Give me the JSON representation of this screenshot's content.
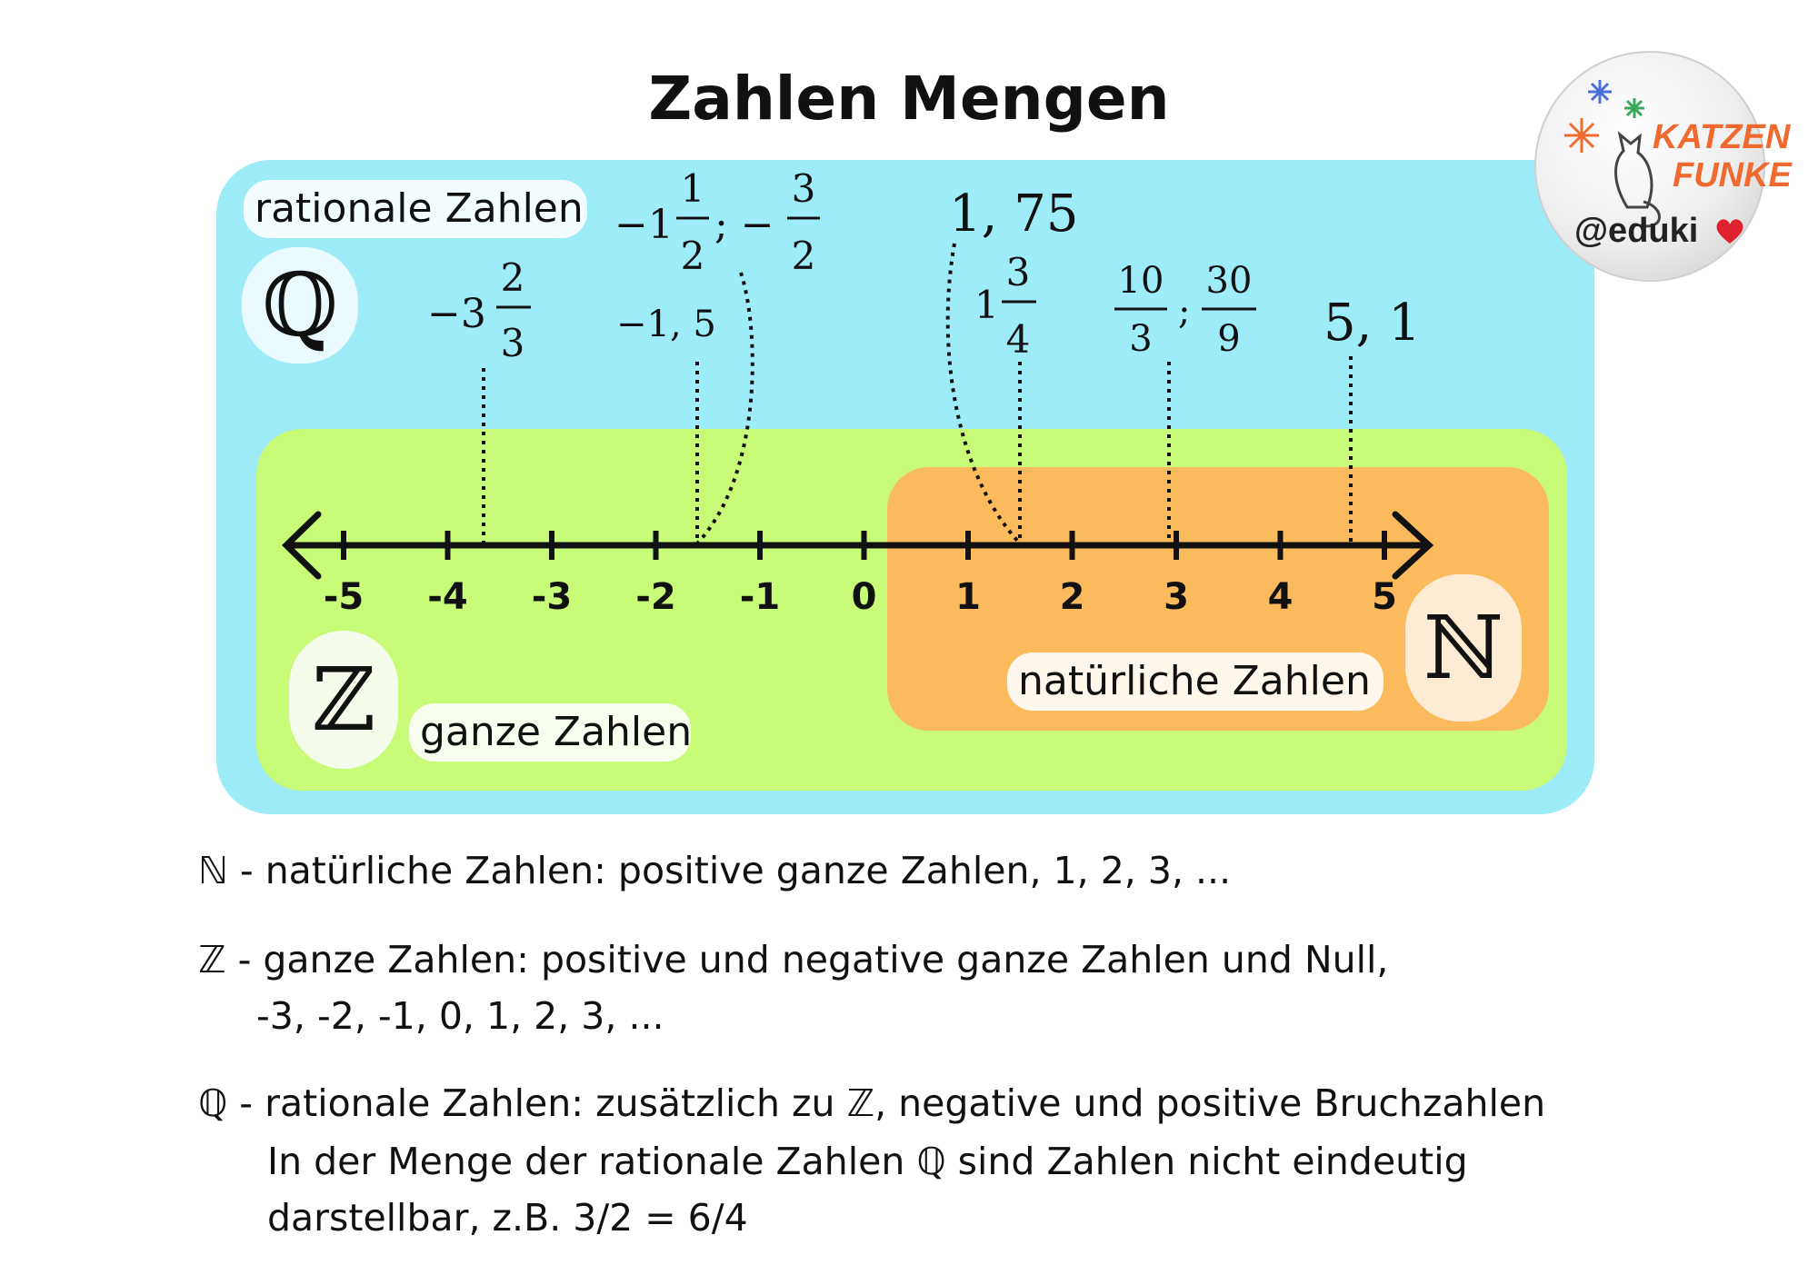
{
  "title": "Zahlen Mengen",
  "colors": {
    "rational_bg": "#9eebfa",
    "integer_bg": "#c8fb78",
    "natural_bg": "#fbbb5d",
    "logo_accent": "#f06a2f"
  },
  "sets": {
    "rational": {
      "label": "rationale Zahlen",
      "symbol": "ℚ"
    },
    "integer": {
      "label": "ganze Zahlen",
      "symbol": "ℤ"
    },
    "natural": {
      "label": "natürliche Zahlen",
      "symbol": "ℕ"
    }
  },
  "number_line": {
    "ticks": [
      "-5",
      "-4",
      "-3",
      "-2",
      "-1",
      "0",
      "1",
      "2",
      "3",
      "4",
      "5"
    ]
  },
  "annotations": [
    {
      "id": "neg3_2_3",
      "text": "−3 2/3",
      "value": -3.667
    },
    {
      "id": "neg1_5",
      "text": "−1,5",
      "value": -1.5
    },
    {
      "id": "neg1_1_2",
      "text": "−1 1/2 ; −3/2",
      "value": -1.5
    },
    {
      "id": "one_75",
      "text": "1,75",
      "value": 1.75
    },
    {
      "id": "one_3_4",
      "text": "1 3/4",
      "value": 1.75
    },
    {
      "id": "ten_thirds",
      "text": "10/3 ; 30/9",
      "value": 3.333
    },
    {
      "id": "five_1",
      "text": "5,1",
      "value": 5.1
    }
  ],
  "math": {
    "neg_three": "−3",
    "two": "2",
    "three": "3",
    "neg_one": "−1",
    "one": "1",
    "semicolon_minus": "; −",
    "semicolon": ";",
    "neg_one_five": "−1, 5",
    "one_seven_five": "1, 75",
    "four": "4",
    "ten": "10",
    "thirty": "30",
    "nine": "9",
    "five_one": "5, 1"
  },
  "explanations": {
    "natural_line": "ℕ - natürliche Zahlen: positive ganze Zahlen, 1, 2, 3, ...",
    "integer_line1": "ℤ - ganze Zahlen: positive und negative ganze Zahlen und Null,",
    "integer_line2": "-3, -2, -1, 0, 1, 2, 3, ...",
    "rational_line1": "ℚ - rationale Zahlen: zusätzlich zu ℤ, negative und positive Bruchzahlen",
    "rational_line2": "In der Menge der rationale Zahlen ℚ sind Zahlen nicht eindeutig",
    "rational_line3": "darstellbar, z.B. 3/2 = 6/4"
  },
  "logo": {
    "brand_line1": "KATZEN",
    "brand_line2": "FUNKE",
    "handle": "@eduki"
  }
}
